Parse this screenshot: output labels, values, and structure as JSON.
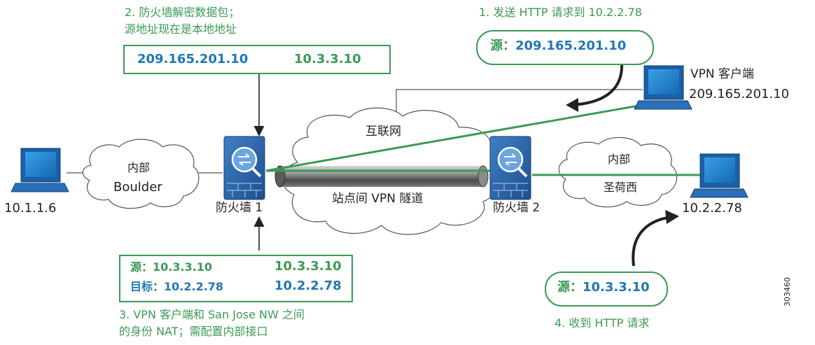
{
  "step2": {
    "label_line1": "2. 防火墙解密数据包；",
    "label_line2": "源地址现在是本地地址",
    "from": "209.165.201.10",
    "to": "10.3.3.10"
  },
  "step1": {
    "label": "1. 发送 HTTP 请求到 10.2.2.78",
    "src_prefix": "源：",
    "src_value": "209.165.201.10"
  },
  "vpn_client": {
    "name": "VPN 客户端",
    "ip": "209.165.201.10"
  },
  "internet": {
    "label": "互联网"
  },
  "tunnel": {
    "label": "站点间 VPN 隧道"
  },
  "boulder": {
    "line1": "内部",
    "line2": "Boulder",
    "host_ip": "10.1.1.6"
  },
  "sanjose": {
    "line1": "内部",
    "line2": "圣荷西",
    "host_ip": "10.2.2.78"
  },
  "firewall1": {
    "label": "防火墙 1"
  },
  "firewall2": {
    "label": "防火墙 2"
  },
  "step3": {
    "row1_prefix": "源：",
    "row1_from": "10.3.3.10",
    "row1_to": "10.3.3.10",
    "row2_prefix": "目标：",
    "row2_from": "10.2.2.78",
    "row2_to": "10.2.2.78",
    "label_line1": "3. VPN 客户端和 San Jose NW 之间",
    "label_line2": "的身份 NAT；需配置内部接口"
  },
  "step4": {
    "src_prefix": "源：",
    "src_value": "10.3.3.10",
    "label": "4. 收到 HTTP 请求"
  },
  "figure_id": "303460",
  "colors": {
    "accent_green": "#3b9a55",
    "value_blue": "#1f77b4",
    "screen_blue": "#1d8ad4",
    "firewall_blue": "#2a64a8"
  },
  "icons": [
    "computer-icon",
    "firewall-icon",
    "cloud-icon",
    "arrow-icon"
  ]
}
